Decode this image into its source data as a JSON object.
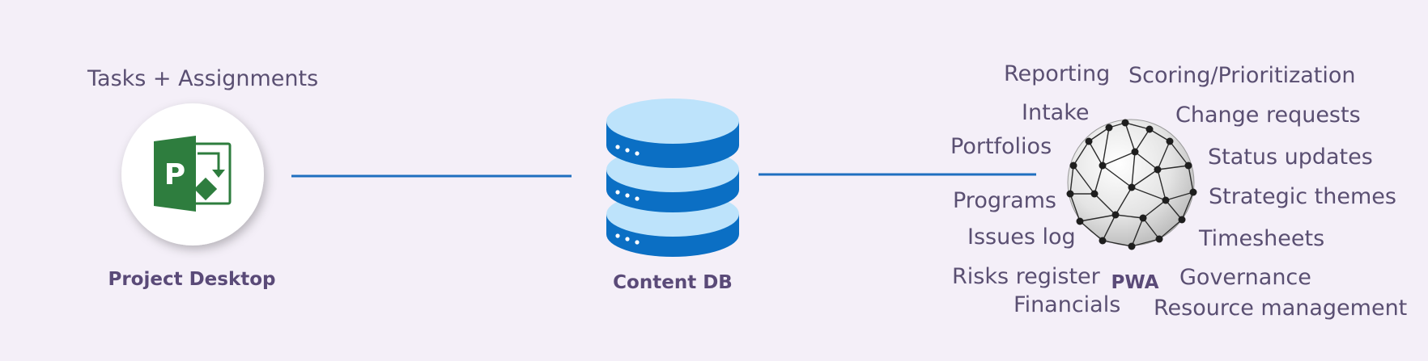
{
  "top_label": "Tasks + Assignments",
  "nodes": {
    "project_desktop": "Project Desktop",
    "content_db": "Content DB",
    "pwa": "PWA"
  },
  "logo_letter": "P",
  "pwa_features": {
    "reporting": "Reporting",
    "scoring": "Scoring/Prioritization",
    "intake": "Intake",
    "change_requests": "Change requests",
    "portfolios": "Portfolios",
    "status_updates": "Status updates",
    "programs": "Programs",
    "strategic_themes": "Strategic themes",
    "issues_log": "Issues log",
    "timesheets": "Timesheets",
    "risks_register": "Risks register",
    "governance": "Governance",
    "financials": "Financials",
    "resource_management": "Resource management"
  },
  "colors": {
    "background": "#f4eff8",
    "connector": "#1f6fc0",
    "db_light": "#bde3fb",
    "db_dark": "#0b6fc4",
    "project_green": "#2e7d3e",
    "text": "#5a4f72"
  },
  "icons": [
    "ms-project-icon",
    "database-icon",
    "network-globe-icon"
  ]
}
